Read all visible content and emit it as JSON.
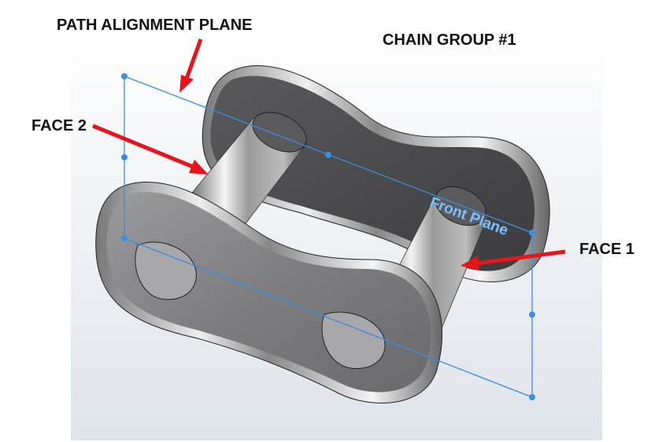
{
  "labels": {
    "path_alignment_plane": "PATH ALIGNMENT PLANE",
    "chain_group": "CHAIN GROUP #1",
    "face2": "FACE 2",
    "face1": "FACE 1",
    "front_plane": "Front Plane"
  },
  "colors": {
    "arrow": "#e8141b",
    "plane": "#3a8fe0",
    "plane_text": "#8fc3f0"
  }
}
